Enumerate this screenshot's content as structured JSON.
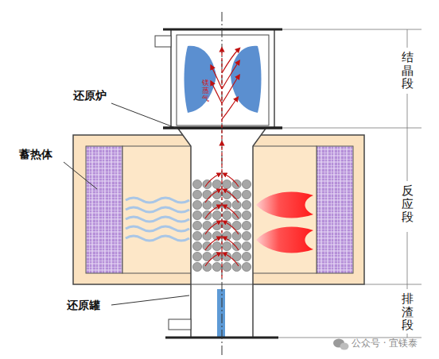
{
  "diagram": {
    "labels": [
      "还原炉",
      "蓄热体",
      "还原罐",
      "结晶段",
      "反应段",
      "排渣段",
      "镁蒸气",
      "公众号 · 宜镁泰"
    ]
  }
}
